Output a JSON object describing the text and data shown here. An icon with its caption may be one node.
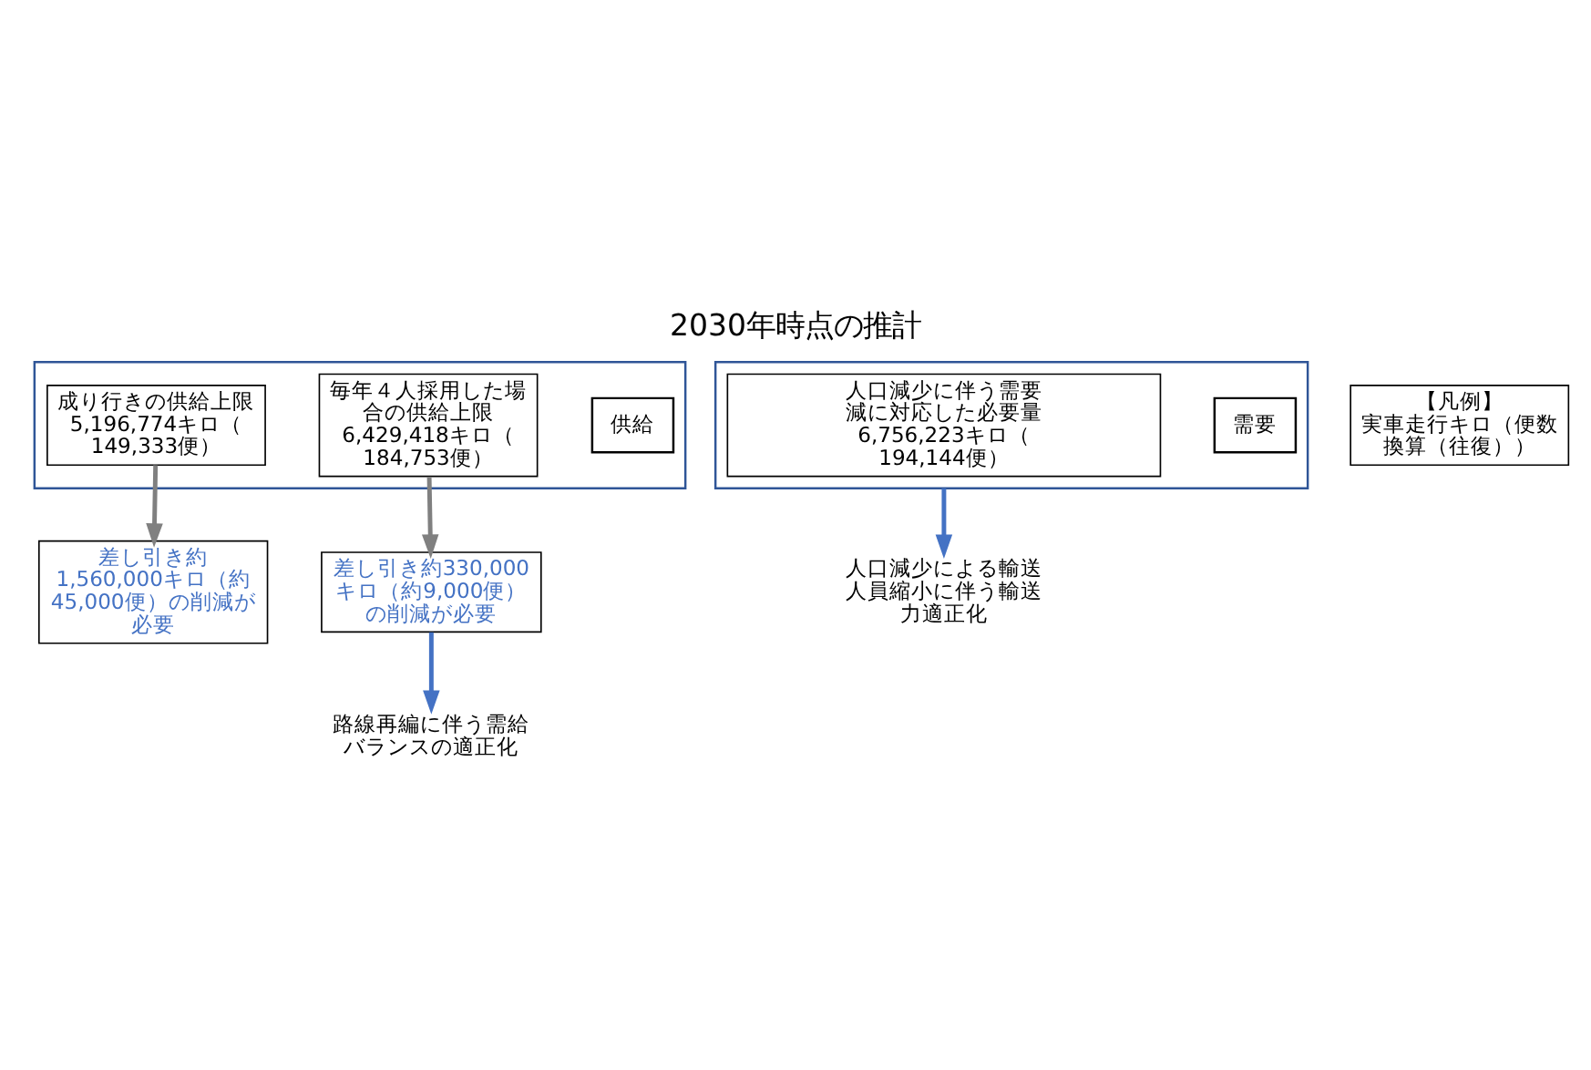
{
  "diagram": {
    "title": "2030年時点の推計",
    "nodes": [
      {
        "text": [],
        "shape": "box"
      },
      {
        "text": [
          "供給"
        ],
        "in": 0
      },
      {
        "text": [
          "成り行きの供給上限",
          "5,196,774キロ（149,333便）"
        ],
        "in": 0
      },
      {
        "text": [
          "毎年４人採用した場合の供給上限",
          "6,429,418キロ（184,753便）"
        ],
        "in": 0
      },
      {
        "text": [],
        "shape": "box"
      },
      {
        "text": [
          "需要"
        ],
        "in": 4
      },
      {
        "text": [
          "人口減少に伴う需要減に対応した必要量",
          "6,756,223キロ（194,144便）"
        ],
        "in": 4
      },
      {
        "text": [
          "差し引き約1,560,000キロ（約45,000便）の削減が必要"
        ]
      },
      {
        "text": [
          "差し引き約330,000キロ（約9,000便）の削減が必要"
        ]
      },
      {
        "text": [
          "人口減少による輸送人員縮小に伴う輸送力適正化"
        ]
      },
      {
        "text": [
          "路線再編に伴う需給バランスの適正化"
        ]
      },
      {
        "text": [
          "【凡例】",
          "実車走行キロ（便数換算（往復））"
        ]
      }
    ],
    "edges": [
      {
        "from": 2,
        "to": 7,
        "arrow": "to",
        "color": "#808080"
      },
      {
        "from": 3,
        "to": 8,
        "arrow": "to",
        "color": "#808080"
      },
      {
        "from": 4,
        "to": 9,
        "arrow": "to",
        "color": "#4472c4"
      },
      {
        "from": 8,
        "to": 10,
        "arrow": "to",
        "color": "#4472c4"
      }
    ]
  }
}
